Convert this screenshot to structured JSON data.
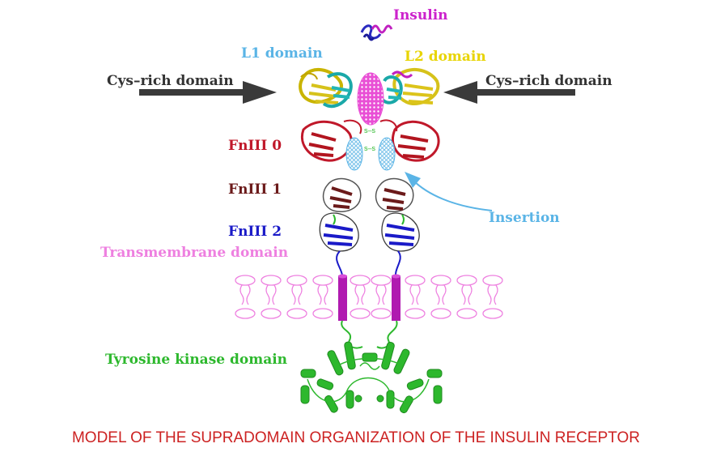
{
  "labels": {
    "insulin": "Insulin",
    "l1_domain": "L1 domain",
    "l2_domain": "L2 domain",
    "cys_rich_left": "Cys–rich domain",
    "cys_rich_right": "Cys–rich domain",
    "fniii0": "FnIII 0",
    "fniii1": "FnIII 1",
    "fniii2": "FnIII 2",
    "insertion": "Insertion",
    "transmembrane": "Transmembrane domain",
    "tyrosine_kinase": "Tyrosine kinase domain",
    "disulfide_top": "s–s",
    "disulfide_bottom": "s–s"
  },
  "caption": "MODEL OF THE SUPRADOMAIN ORGANIZATION OF THE INSULIN RECEPTOR",
  "colors": {
    "insulin": "#cc22cc",
    "l1": "#5ab4e6",
    "l2": "#e8d400",
    "cys_rich": "#333333",
    "fniii0": "#c0182a",
    "fniii1": "#6b1a1a",
    "fniii2": "#1a1ac8",
    "insertion": "#5ab4e6",
    "transmembrane": "#ee80e0",
    "tyrosine_kinase": "#2db82d",
    "caption": "#cc2222"
  }
}
